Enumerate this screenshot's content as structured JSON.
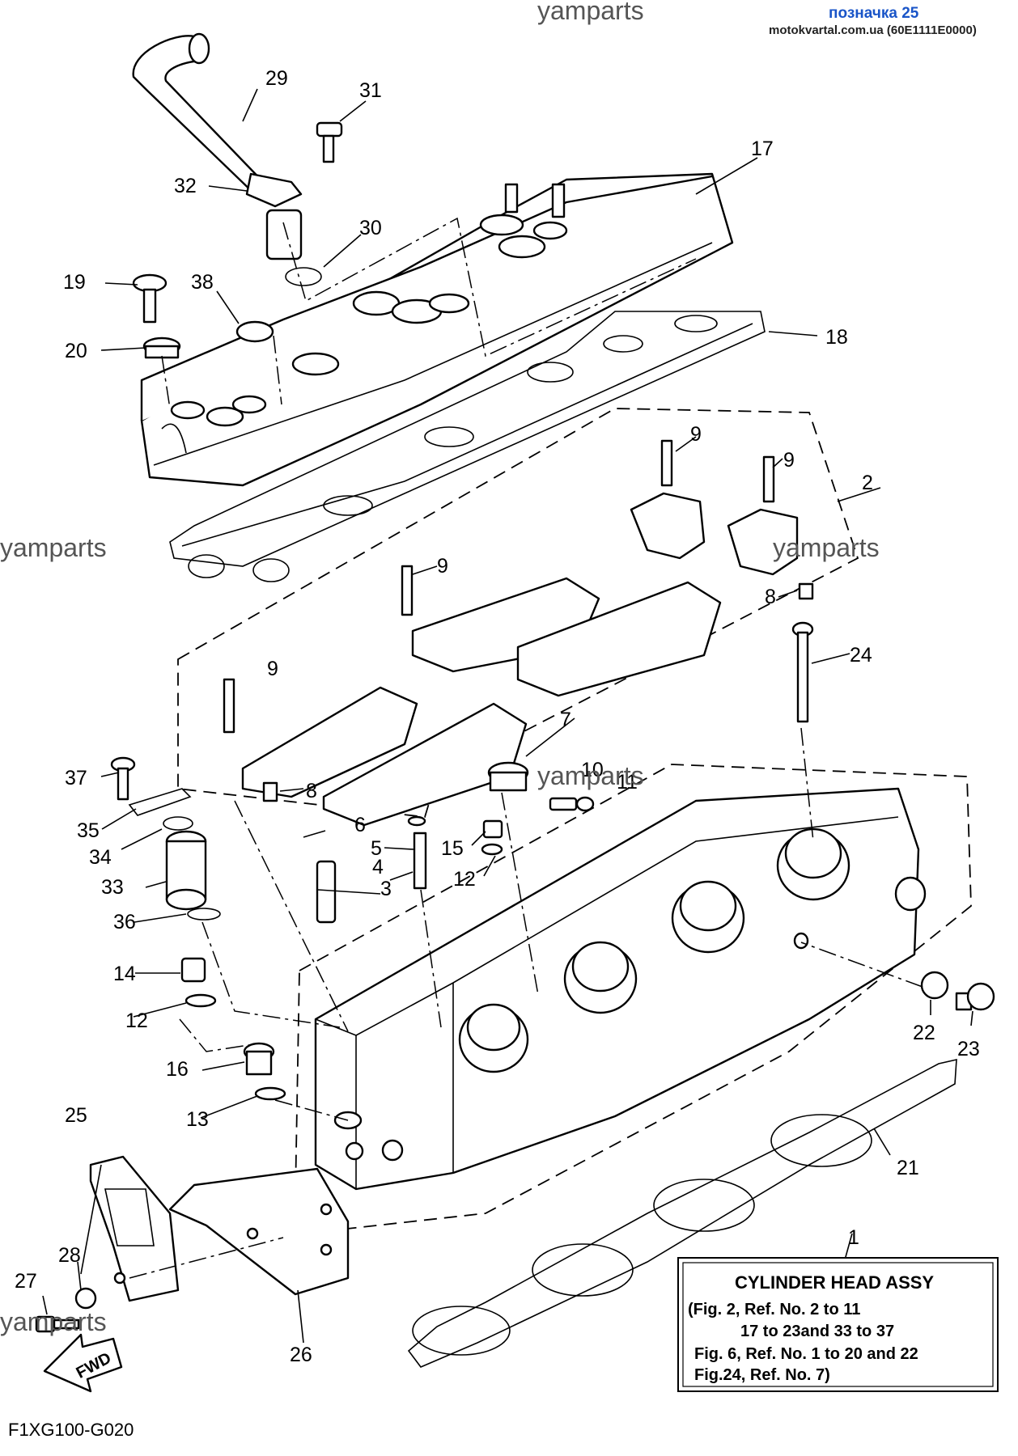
{
  "header": {
    "watermark_top": "yamparts",
    "link_text": "позначка 25",
    "site_text": "motokvartal.com.ua (60E1111E0000)"
  },
  "watermarks": [
    "yamparts",
    "yamparts",
    "yamparts",
    "yamparts",
    "yamparts"
  ],
  "callouts": [
    {
      "id": "c29",
      "label": "29"
    },
    {
      "id": "c31",
      "label": "31"
    },
    {
      "id": "c17",
      "label": "17"
    },
    {
      "id": "c32",
      "label": "32"
    },
    {
      "id": "c30",
      "label": "30"
    },
    {
      "id": "c19",
      "label": "19"
    },
    {
      "id": "c38",
      "label": "38"
    },
    {
      "id": "c20",
      "label": "20"
    },
    {
      "id": "c18",
      "label": "18"
    },
    {
      "id": "c9a",
      "label": "9"
    },
    {
      "id": "c9b",
      "label": "9"
    },
    {
      "id": "c2",
      "label": "2"
    },
    {
      "id": "c9c",
      "label": "9"
    },
    {
      "id": "c8a",
      "label": "8"
    },
    {
      "id": "c24",
      "label": "24"
    },
    {
      "id": "c9d",
      "label": "9"
    },
    {
      "id": "c7",
      "label": "7"
    },
    {
      "id": "c8b",
      "label": "8"
    },
    {
      "id": "c37",
      "label": "37"
    },
    {
      "id": "c35",
      "label": "35"
    },
    {
      "id": "c10",
      "label": "10"
    },
    {
      "id": "c11",
      "label": "11"
    },
    {
      "id": "c6",
      "label": "6"
    },
    {
      "id": "c5",
      "label": "5"
    },
    {
      "id": "c15",
      "label": "15"
    },
    {
      "id": "c34",
      "label": "34"
    },
    {
      "id": "c4",
      "label": "4"
    },
    {
      "id": "c12a",
      "label": "12"
    },
    {
      "id": "c33",
      "label": "33"
    },
    {
      "id": "c3",
      "label": "3"
    },
    {
      "id": "c36",
      "label": "36"
    },
    {
      "id": "c14",
      "label": "14"
    },
    {
      "id": "c12b",
      "label": "12"
    },
    {
      "id": "c22",
      "label": "22"
    },
    {
      "id": "c23",
      "label": "23"
    },
    {
      "id": "c16",
      "label": "16"
    },
    {
      "id": "c13",
      "label": "13"
    },
    {
      "id": "c25",
      "label": "25"
    },
    {
      "id": "c21",
      "label": "21"
    },
    {
      "id": "c1",
      "label": "1"
    },
    {
      "id": "c28",
      "label": "28"
    },
    {
      "id": "c27",
      "label": "27"
    },
    {
      "id": "c26",
      "label": "26"
    }
  ],
  "legend_box": {
    "title": "CYLINDER HEAD ASSY",
    "lines": [
      "(Fig. 2, Ref. No. 2 to 11",
      "17 to 23and 33 to 37",
      "Fig. 6, Ref. No. 1 to 20 and 22",
      "Fig.24, Ref. No. 7)"
    ]
  },
  "fwd_arrow": "FWD",
  "diagram_code": "F1XG100-G020"
}
